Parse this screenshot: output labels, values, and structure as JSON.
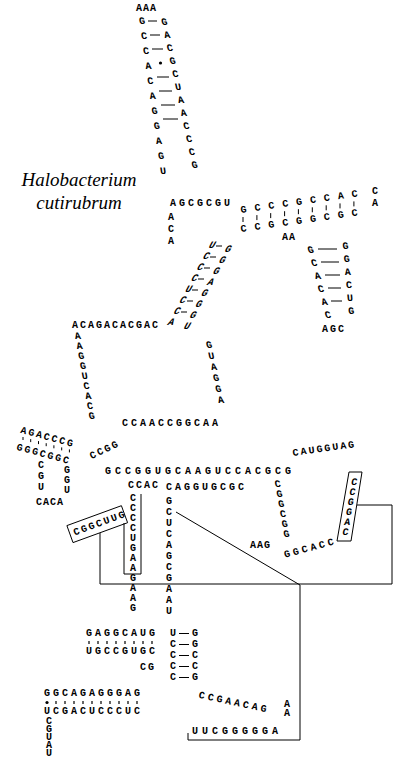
{
  "diagram": {
    "title": "Halobacterium cutirubrum",
    "labels": [
      "AAA",
      "GCCACAGGAGU",
      "GACGCUAACCCG",
      "AGCGCGU",
      "GCCCGCCAC",
      "CCGCGGCGC",
      "CA",
      "GCACAC",
      "AGC",
      "GGACUG",
      "AA",
      "ACA",
      "UCCCUCCA",
      "GGGAGGGU",
      "ACAGACACGAC",
      "AAGGUCACG",
      "CCAACCGGCAA",
      "GUAGGA",
      "AGACCCG",
      "GGGCGGC",
      "CGU",
      "CACA",
      "GGU",
      "GCCGGUGCAAGUCCACGCG",
      "CCGG",
      "CCAC",
      "CGGCUUG",
      "CCCCUGAAGAAG",
      "CAGGUGCGC",
      "GCUCAGCGAAU",
      "GGCCG",
      "UCCCC",
      "CAUGGUAG",
      "CGGCGG",
      "CCGGAC",
      "GGCACC",
      "AAG",
      "GAGGCAUG",
      "UGCCGUGC",
      "CG",
      "GGCAGAGGGAG",
      "UCGACUCCCUC",
      "CGUAU",
      "CCGAACAG",
      "AA",
      "UUCGGGGGA"
    ]
  }
}
